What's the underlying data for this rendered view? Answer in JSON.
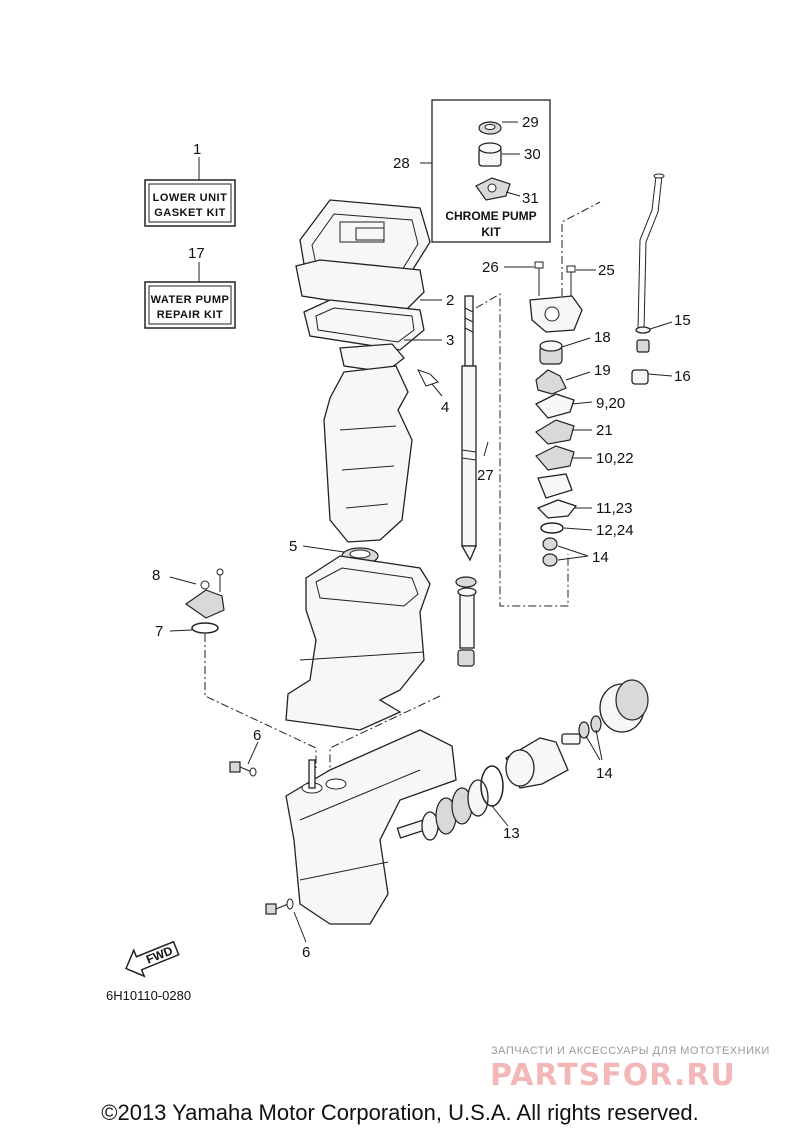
{
  "kits": {
    "gasket_kit": {
      "line1": "LOWER UNIT",
      "line2": "GASKET KIT"
    },
    "water_pump_kit": {
      "line1": "WATER PUMP",
      "line2": "REPAIR KIT"
    },
    "chrome_pump_kit": {
      "line1": "CHROME PUMP",
      "line2": "KIT"
    }
  },
  "callouts": {
    "c1": "1",
    "c2": "2",
    "c3": "3",
    "c4": "4",
    "c5": "5",
    "c6a": "6",
    "c6b": "6",
    "c7": "7",
    "c8": "8",
    "c9_20": "9,20",
    "c10_22": "10,22",
    "c11_23": "11,23",
    "c12_24": "12,24",
    "c13": "13",
    "c14a": "14",
    "c14b": "14",
    "c15": "15",
    "c16": "16",
    "c17": "17",
    "c18": "18",
    "c19": "19",
    "c21": "21",
    "c25": "25",
    "c26": "26",
    "c27": "27",
    "c28": "28",
    "c29": "29",
    "c30": "30",
    "c31": "31"
  },
  "fwd_label": "FWD",
  "diagram_code": "6H10110-0280",
  "watermark": {
    "tagline": "ЗАПЧАСТИ И АКСЕССУАРЫ ДЛЯ МОТОТЕХНИКИ",
    "logo": "PARTSFOR.RU"
  },
  "copyright": "©2013 Yamaha Motor Corporation, U.S.A. All rights reserved."
}
